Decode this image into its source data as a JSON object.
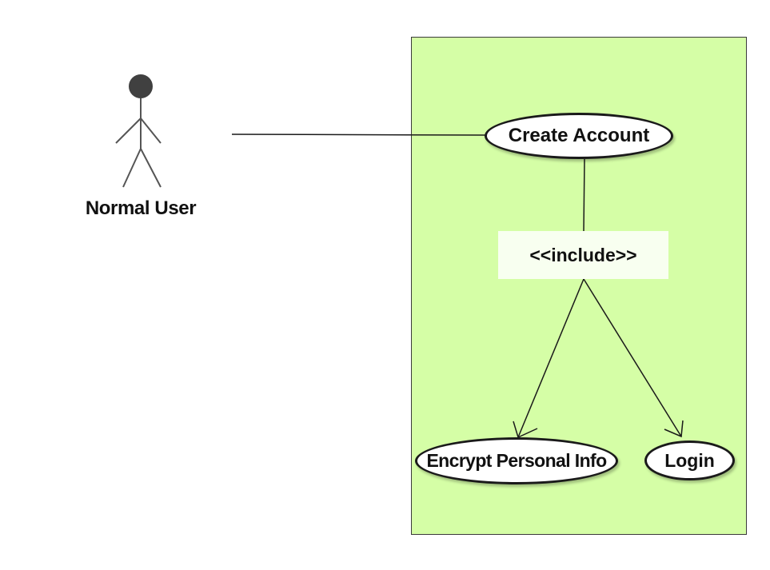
{
  "diagram": {
    "type": "use-case",
    "actor": {
      "label": "Normal User"
    },
    "use_cases": {
      "create_account": "Create Account",
      "encrypt_personal_info": "Encrypt Personal Info",
      "login": "Login"
    },
    "include_label": "<<include>>",
    "relationships": [
      {
        "from": "Normal User",
        "to": "Create Account",
        "kind": "association"
      },
      {
        "from": "Create Account",
        "to": "Encrypt Personal Info",
        "kind": "include"
      },
      {
        "from": "Create Account",
        "to": "Login",
        "kind": "include"
      }
    ],
    "colors": {
      "system_boundary": "#d5fea6",
      "include_box": "#f8fff0",
      "actor_head": "#404040",
      "outline": "#1a1a1a"
    }
  }
}
